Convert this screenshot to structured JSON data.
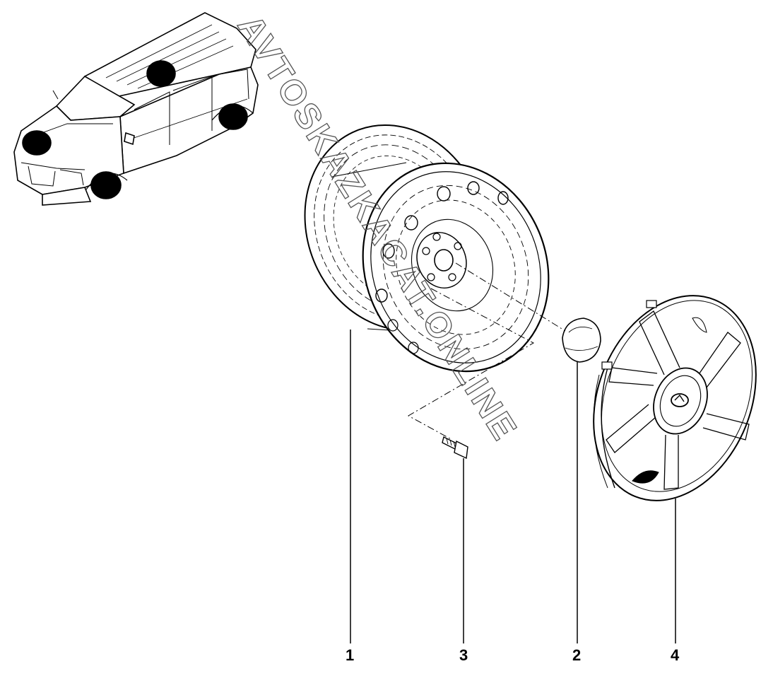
{
  "diagram": {
    "callouts": [
      {
        "id": "1",
        "part": "wheel-rim"
      },
      {
        "id": "3",
        "part": "wheel-bolt"
      },
      {
        "id": "2",
        "part": "center-cap"
      },
      {
        "id": "4",
        "part": "hubcap"
      }
    ],
    "watermark": "AVTOSKAZKACAT.ONLINE"
  }
}
